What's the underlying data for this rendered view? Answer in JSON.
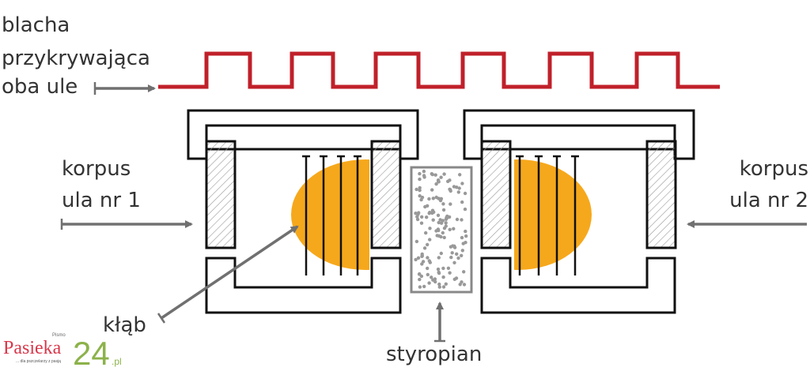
{
  "labels": {
    "cover": [
      "blacha",
      "przykrywająca",
      "oba ule"
    ],
    "hive1": [
      "korpus",
      "ula nr 1"
    ],
    "hive2": [
      "korpus",
      "ula nr 2"
    ],
    "cluster": "kłąb",
    "styrofoam": "styropian"
  },
  "logo": {
    "small": "Pismo",
    "name": "Pasieka",
    "number": "24",
    "tld": ".pl",
    "tagline": "... dla pszczelarzy z pasją"
  },
  "colors": {
    "cover": "#c0202a",
    "cluster": "#f6a81c",
    "arrow": "#707070",
    "logo_red": "#d9374a",
    "logo_green": "#8cb24a"
  }
}
